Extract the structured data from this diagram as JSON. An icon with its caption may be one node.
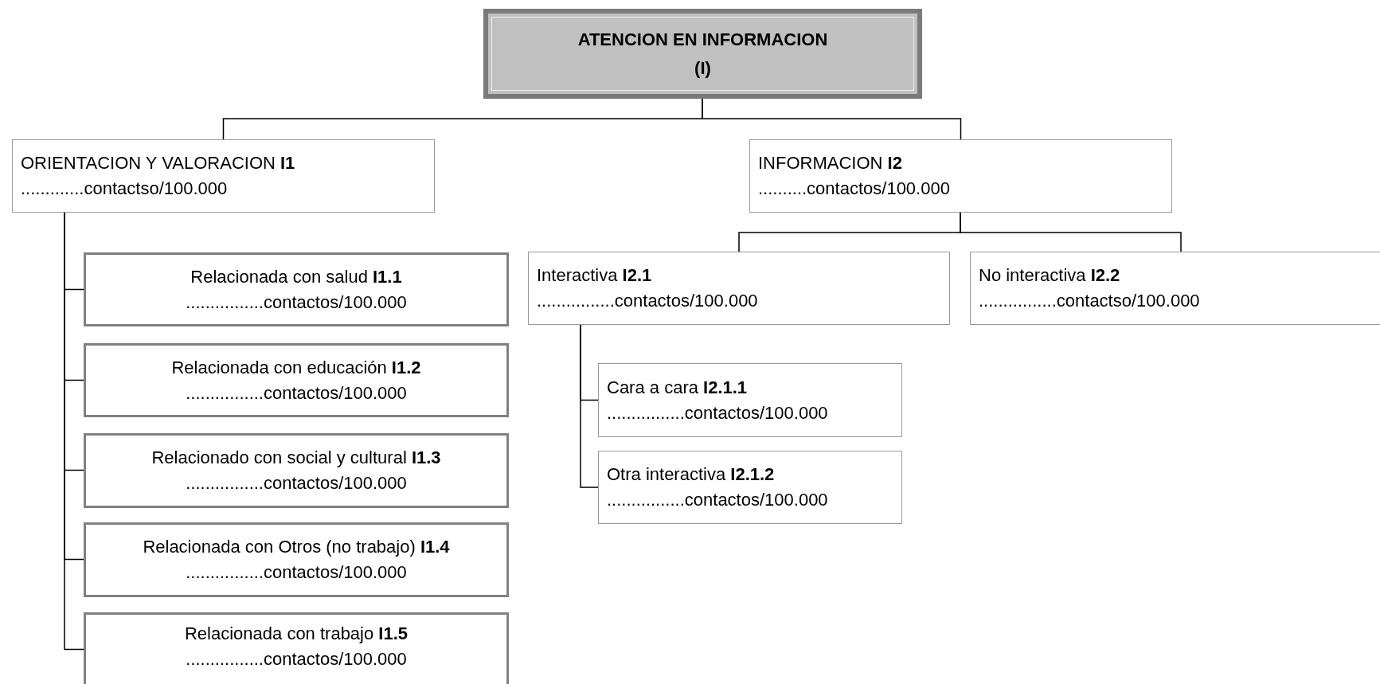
{
  "diagram": {
    "nodes": [
      {
        "text": [
          "ATENCION EN INFORMACION (I)"
        ]
      },
      {
        "text": [
          "ORIENTACION Y VALORACION **I1**",
          ".............contactso/100.000"
        ]
      },
      {
        "text": [
          "INFORMACION **I2**",
          "..........contactos/100.000"
        ]
      },
      {
        "text": [
          "Relacionada con salud **I1.1**",
          "................contactos/100.000"
        ]
      },
      {
        "text": [
          "Relacionada con educación  **I1.2**",
          "................contactos/100.000"
        ]
      },
      {
        "text": [
          "Relacionado con social y cultural  **I1.3**",
          "................contactos/100.000"
        ]
      },
      {
        "text": [
          "Relacionada con Otros (no trabajo)  **I1.4**",
          "................contactos/100.000"
        ]
      },
      {
        "text": [
          "Relacionada con trabajo  **I1.5**",
          "................contactos/100.000"
        ]
      },
      {
        "text": [
          "Interactiva **I2.1**",
          "................contactos/100.000"
        ]
      },
      {
        "text": [
          "No interactiva **I2.2**",
          "................contactso/100.000"
        ]
      },
      {
        "text": [
          "Cara a cara **I2.1.1**",
          "................contactos/100.000"
        ]
      },
      {
        "text": [
          "Otra interactiva **I2.1.2**",
          "................contactos/100.000"
        ]
      }
    ],
    "edges": [
      {
        "from": 0,
        "to": 1,
        "arrow": "none"
      },
      {
        "from": 0,
        "to": 2,
        "arrow": "none"
      },
      {
        "from": 1,
        "to": 3,
        "arrow": "none"
      },
      {
        "from": 1,
        "to": 4,
        "arrow": "none"
      },
      {
        "from": 1,
        "to": 5,
        "arrow": "none"
      },
      {
        "from": 1,
        "to": 6,
        "arrow": "none"
      },
      {
        "from": 1,
        "to": 7,
        "arrow": "none"
      },
      {
        "from": 2,
        "to": 8,
        "arrow": "none"
      },
      {
        "from": 2,
        "to": 9,
        "arrow": "none"
      },
      {
        "from": 8,
        "to": 10,
        "arrow": "none"
      },
      {
        "from": 8,
        "to": 11,
        "arrow": "none"
      }
    ]
  }
}
